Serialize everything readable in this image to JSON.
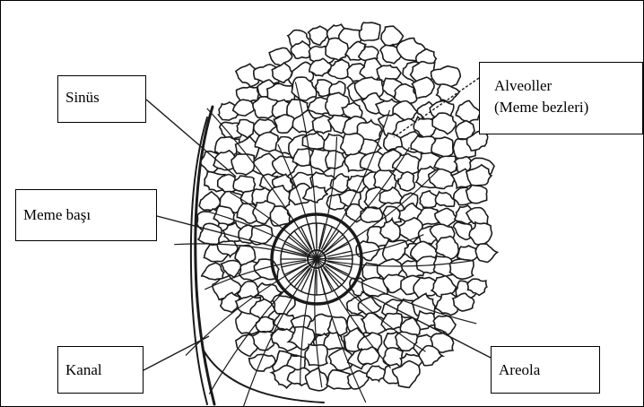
{
  "diagram": {
    "labels": {
      "sinus": "Sinüs",
      "alveoli_line1": "Alveoller",
      "alveoli_line2": "(Meme bezleri)",
      "nipple": "Meme başı",
      "duct": "Kanal",
      "areola": "Areola"
    },
    "colors": {
      "ink": "#1a1a1a",
      "paper": "#ffffff",
      "shading": "#8a8a8a"
    }
  }
}
